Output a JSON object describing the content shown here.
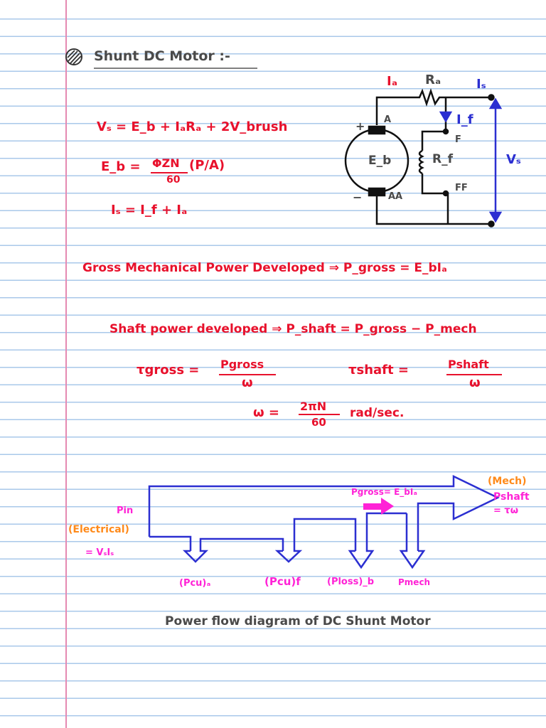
{
  "heading": {
    "title": "Shunt DC Motor :-"
  },
  "equations": {
    "voltage": "Vₛ = E_b + IₐRₐ + 2V_brush",
    "eb_left": "E_b =",
    "eb_num": "ΦZN",
    "eb_den": "60",
    "eb_frac": "(P/A)",
    "current": "Iₛ = I_f + Iₐ",
    "gross_power": "Gross Mechanical Power Developed ⇒ P_gross = E_bIₐ",
    "shaft_power": "Shaft power developed ⇒ P_shaft = P_gross − P_mech",
    "tgross_left": "τgross =",
    "tgross_num": "Pgross",
    "tgross_den": "ω",
    "tshaft_left": "τshaft =",
    "tshaft_num": "Pshaft",
    "tshaft_den": "ω",
    "omega_left": "ω =",
    "omega_num": "2πN",
    "omega_den": "60",
    "omega_unit": "rad/sec."
  },
  "circuit": {
    "ia": "Iₐ",
    "ra": "Rₐ",
    "is": "Iₛ",
    "if": "I_f",
    "a": "A",
    "f": "F",
    "plus": "+",
    "eb": "E_b",
    "rf": "R_f",
    "vs": "Vₛ",
    "ff": "FF",
    "minus": "−",
    "aa": "AA"
  },
  "flow": {
    "mech": "(Mech)",
    "pshaft": "Pshaft",
    "tw": "= τω",
    "pgross": "Pgross= E_bIₐ",
    "pin": "Pin",
    "electrical": "(Electrical)",
    "vsis": "= VₛIₛ",
    "pcua": "(Pcu)ₐ",
    "pcuf": "(Pcu)f",
    "ploss": "(Ploss)_b",
    "pmech": "Pmech",
    "caption": "Power flow diagram of DC Shunt Motor"
  },
  "colors": {
    "ink_red": "#e8112c",
    "ink_blue": "#2b2fd1",
    "ink_magenta": "#ff22d6",
    "ink_orange": "#ff8a1a",
    "rule_line": "#a9c8ea",
    "margin_line": "#e58ab2"
  }
}
